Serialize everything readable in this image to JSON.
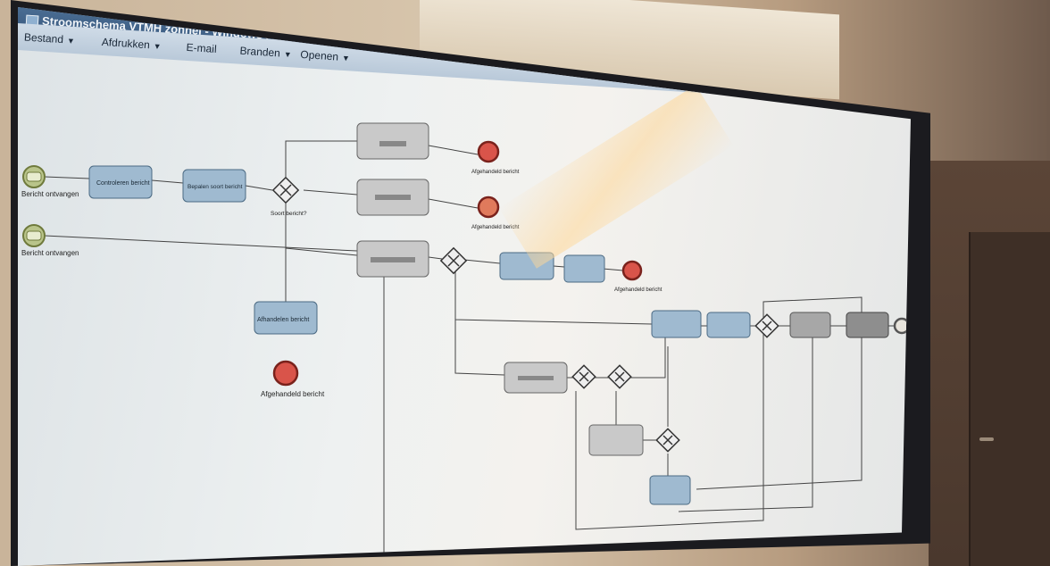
{
  "window": {
    "title": "Stroomschema VTMH zonnel - Windows Photo Viewer"
  },
  "menu": {
    "items": [
      {
        "label": "Bestand"
      },
      {
        "label": "Afdrukken"
      },
      {
        "label": "E-mail"
      },
      {
        "label": "Branden"
      },
      {
        "label": "Openen"
      }
    ]
  },
  "diagram": {
    "start1_label": "Bericht ontvangen",
    "start2_label": "Bericht ontvangen",
    "task_controleren": "Controleren bericht",
    "task_bepalen": "Bepalen soort bericht",
    "gateway_soort": "Soort bericht?",
    "end_afgehandeld_1": "Afgehandeld bericht",
    "end_afgehandeld_2": "Afgehandeld bericht",
    "end_afgehandeld_3": "Afgehandeld bericht",
    "end_afgehandeld_4": "Afgehandeld bericht",
    "task_afhandelen": "Afhandelen bericht"
  },
  "colors": {
    "start_event": "#b9c48a",
    "end_event": "#d9544a",
    "task_blue": "#9fbad0",
    "task_gray": "#c9c9c9",
    "accent_title": "#3a5a80"
  }
}
